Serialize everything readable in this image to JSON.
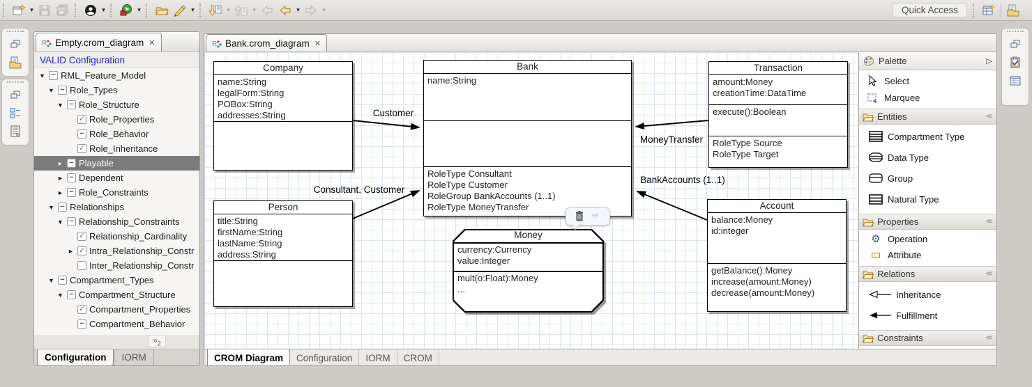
{
  "window": {
    "quick_access": "Quick Access"
  },
  "toolbar": {
    "icons": [
      "new-wizard",
      "save",
      "save-all",
      "user-account",
      "run",
      "open-folder",
      "highlighter",
      "next-annotation",
      "previous-annotation",
      "last-edit-location",
      "back",
      "forward"
    ],
    "window_icons": [
      "open-perspective",
      "resource-perspective"
    ]
  },
  "side_icons": {
    "left_top": [
      "restore-view",
      "model-explorer"
    ],
    "left_bottom": [
      "restore-view",
      "outline",
      "documentation-view"
    ],
    "right": [
      "restore-view",
      "task-list",
      "properties-view"
    ]
  },
  "left_panel": {
    "tab_label": "Empty.crom_diagram",
    "status": "VALID Configuration",
    "tree": [
      {
        "label": "RML_Feature_Model",
        "level": 0,
        "expand": "open",
        "box": "minus"
      },
      {
        "label": "Role_Types",
        "level": 1,
        "expand": "open",
        "box": "minus"
      },
      {
        "label": "Role_Structure",
        "level": 2,
        "expand": "open",
        "box": "minus"
      },
      {
        "label": "Role_Properties",
        "level": 3,
        "expand": "none",
        "box": "check"
      },
      {
        "label": "Role_Behavior",
        "level": 3,
        "expand": "none",
        "box": "minus"
      },
      {
        "label": "Role_Inheritance",
        "level": 3,
        "expand": "none",
        "box": "check"
      },
      {
        "label": "Playable",
        "level": 2,
        "expand": "closed",
        "box": "minus",
        "selected": true
      },
      {
        "label": "Dependent",
        "level": 2,
        "expand": "closed",
        "box": "minus"
      },
      {
        "label": "Role_Constraints",
        "level": 2,
        "expand": "closed",
        "box": "minus"
      },
      {
        "label": "Relationships",
        "level": 1,
        "expand": "open",
        "box": "minus"
      },
      {
        "label": "Relationship_Constraints",
        "level": 2,
        "expand": "open",
        "box": "minus"
      },
      {
        "label": "Relationship_Cardinality",
        "level": 3,
        "expand": "none",
        "box": "check"
      },
      {
        "label": "Intra_Relationship_Constr",
        "level": 3,
        "expand": "closed",
        "box": "check"
      },
      {
        "label": "Inter_Relationship_Constr",
        "level": 3,
        "expand": "none",
        "box": "empty"
      },
      {
        "label": "Compartment_Types",
        "level": 1,
        "expand": "open",
        "box": "minus"
      },
      {
        "label": "Compartment_Structure",
        "level": 2,
        "expand": "open",
        "box": "minus"
      },
      {
        "label": "Compartment_Properties",
        "level": 3,
        "expand": "none",
        "box": "check"
      },
      {
        "label": "Compartment_Behavior",
        "level": 3,
        "expand": "none",
        "box": "minus"
      }
    ],
    "overflow_chevron": "»",
    "overflow_count": "2",
    "bottom_tabs": [
      {
        "label": "Configuration",
        "active": true
      },
      {
        "label": "IORM",
        "active": false
      }
    ]
  },
  "editor": {
    "tab_label": "Bank.crom_diagram",
    "bottom_tabs": [
      {
        "label": "CROM Diagram",
        "active": true
      },
      {
        "label": "Configuration",
        "active": false
      },
      {
        "label": "IORM",
        "active": false
      },
      {
        "label": "CROM",
        "active": false
      }
    ],
    "nodes": {
      "company": {
        "title": "Company",
        "attributes": [
          "name:String",
          "legalForm:String",
          "POBox:String",
          "addresses:String"
        ]
      },
      "bank": {
        "title": "Bank",
        "attributes": [
          "name:String"
        ],
        "roles": [
          "RoleType Consultant",
          "RoleType Customer",
          "RoleGroup BankAccounts (1..1)",
          "RoleType MoneyTransfer"
        ]
      },
      "transaction": {
        "title": "Transaction",
        "attributes": [
          "amount:Money",
          "creationTime:DataTime"
        ],
        "operations": [
          "execute():Boolean"
        ],
        "roles": [
          "RoleType Source",
          "RoleType Target"
        ]
      },
      "person": {
        "title": "Person",
        "attributes": [
          "title:String",
          "firstName:String",
          "lastName:String",
          "address:String"
        ]
      },
      "money": {
        "title": "Money",
        "attributes": [
          "currency:Currency",
          "value:Integer"
        ],
        "operations": [
          "mult(o:Float):Money",
          "..."
        ]
      },
      "account": {
        "title": "Account",
        "attributes": [
          "balance:Money",
          "id:integer"
        ],
        "operations": [
          "getBalance():Money",
          "increase(amount:Money)",
          "decrease(amount:Money)"
        ]
      }
    },
    "edges": {
      "customer": "Customer",
      "consultant_customer": "Consultant, Customer",
      "money_transfer": "MoneyTransfer",
      "bank_accounts": "BankAccounts (1..1)"
    },
    "floating_toolbar_icons": [
      "trash",
      "reconnect"
    ]
  },
  "palette": {
    "title": "Palette",
    "tools": [
      {
        "label": "Select"
      },
      {
        "label": "Marquee"
      }
    ],
    "sections": [
      {
        "title": "Entities",
        "items": [
          "Compartment Type",
          "Data Type",
          "Group",
          "Natural Type"
        ]
      },
      {
        "title": "Properties",
        "items": [
          "Operation",
          "Attribute"
        ]
      },
      {
        "title": "Relations",
        "items": [
          "Inheritance",
          "Fulfillment"
        ]
      },
      {
        "title": "Constraints",
        "items": []
      }
    ]
  },
  "colors": {
    "grid": "#dbe4f0",
    "selection": "#7b7b7b",
    "status_text": "#2323cc"
  }
}
